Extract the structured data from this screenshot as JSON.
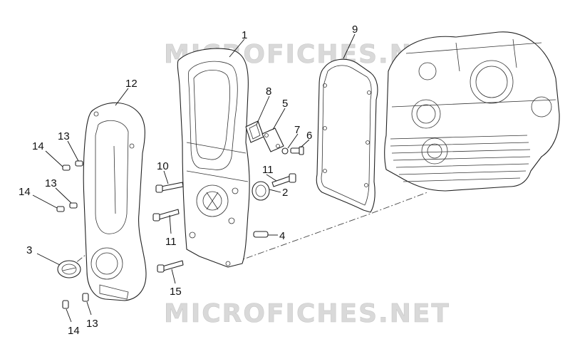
{
  "watermark": {
    "text": "MICROFICHES.NET"
  },
  "callouts": {
    "c1": "1",
    "c2": "2",
    "c3": "3",
    "c4": "4",
    "c5": "5",
    "c6": "6",
    "c7": "7",
    "c8": "8",
    "c9": "9",
    "c10": "10",
    "c11a": "11",
    "c11b": "11",
    "c12": "12",
    "c13a": "13",
    "c13b": "13",
    "c13c": "13",
    "c14a": "14",
    "c14b": "14",
    "c14c": "14",
    "c15": "15"
  }
}
